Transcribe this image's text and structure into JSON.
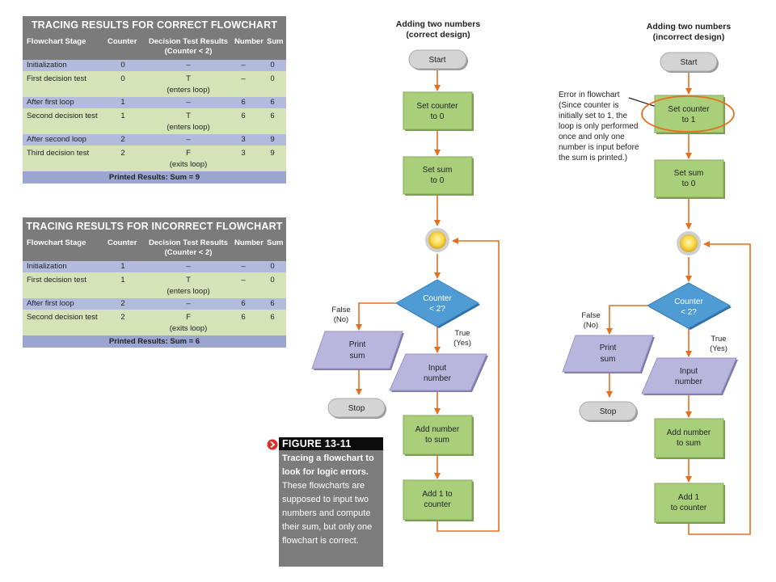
{
  "correct_table": {
    "title": "TRACING RESULTS FOR CORRECT FLOWCHART",
    "headers": [
      "Flowchart Stage",
      "Counter",
      "Decision Test Results",
      "(Counter < 2)",
      "Number",
      "Sum"
    ],
    "rows": [
      {
        "stage": "Initialization",
        "counter": "0",
        "decision": "–",
        "note": "",
        "number": "–",
        "sum": "0"
      },
      {
        "stage": "First decision test",
        "counter": "0",
        "decision": "T",
        "note": "(enters loop)",
        "number": "–",
        "sum": "0"
      },
      {
        "stage": "After first loop",
        "counter": "1",
        "decision": "–",
        "note": "",
        "number": "6",
        "sum": "6"
      },
      {
        "stage": "Second decision test",
        "counter": "1",
        "decision": "T",
        "note": "(enters loop)",
        "number": "6",
        "sum": "6"
      },
      {
        "stage": "After second loop",
        "counter": "2",
        "decision": "–",
        "note": "",
        "number": "3",
        "sum": "9"
      },
      {
        "stage": "Third decision test",
        "counter": "2",
        "decision": "F",
        "note": "(exits loop)",
        "number": "3",
        "sum": "9"
      }
    ],
    "footer": "Printed Results: Sum = 9"
  },
  "incorrect_table": {
    "title": "TRACING RESULTS FOR INCORRECT FLOWCHART",
    "headers": [
      "Flowchart Stage",
      "Counter",
      "Decision Test Results",
      "(Counter < 2)",
      "Number",
      "Sum"
    ],
    "rows": [
      {
        "stage": "Initialization",
        "counter": "1",
        "decision": "–",
        "note": "",
        "number": "–",
        "sum": "0"
      },
      {
        "stage": "First decision test",
        "counter": "1",
        "decision": "T",
        "note": "(enters loop)",
        "number": "–",
        "sum": "0"
      },
      {
        "stage": "After first loop",
        "counter": "2",
        "decision": "–",
        "note": "",
        "number": "6",
        "sum": "6"
      },
      {
        "stage": "Second decision test",
        "counter": "2",
        "decision": "F",
        "note": "(exits loop)",
        "number": "6",
        "sum": "6"
      }
    ],
    "footer": "Printed Results: Sum = 6"
  },
  "flowchart_correct": {
    "title_1": "Adding two numbers",
    "title_2": "(correct design)",
    "start": "Start",
    "init_1": [
      "Set counter",
      "to 0"
    ],
    "init_2": [
      "Set sum",
      "to 0"
    ],
    "decision": [
      "Counter",
      "< 2?"
    ],
    "false_label": [
      "False",
      "(No)"
    ],
    "true_label": [
      "True",
      "(Yes)"
    ],
    "print": [
      "Print",
      "sum"
    ],
    "stop": "Stop",
    "input": [
      "Input",
      "number"
    ],
    "add": [
      "Add number",
      "to sum"
    ],
    "increment": [
      "Add 1 to",
      "counter"
    ]
  },
  "flowchart_incorrect": {
    "title_1": "Adding two numbers",
    "title_2": "(incorrect design)",
    "start": "Start",
    "init_1": [
      "Set counter",
      "to 1"
    ],
    "init_2": [
      "Set sum",
      "to 0"
    ],
    "decision": [
      "Counter",
      "< 2?"
    ],
    "false_label": [
      "False",
      "(No)"
    ],
    "true_label": [
      "True",
      "(Yes)"
    ],
    "print": [
      "Print",
      "sum"
    ],
    "stop": "Stop",
    "input": [
      "Input",
      "number"
    ],
    "add": [
      "Add number",
      "to sum"
    ],
    "increment": [
      "Add 1",
      "to counter"
    ]
  },
  "error_note": [
    "Error in flowchart",
    "(Since counter is",
    "initially set to 1, the",
    "loop is only performed",
    "once and only one",
    "number is input before",
    "the sum is printed.)"
  ],
  "figure": {
    "label": "FIGURE 13-11",
    "bold": "Tracing a flowchart to look for logic errors.",
    "body": " These flowcharts are supposed to input two numbers and compute their sum, but only one flowchart is correct."
  },
  "colors": {
    "arrow": "#e56f1e",
    "process_fill": "#a9cf7a",
    "io_fill": "#b9b6de",
    "decision_fill": "#4f9bd4",
    "terminal_fill": "#cfcfcf",
    "junction_fill": "#f7d54a",
    "table_header": "#7b7b7b",
    "row_blue": "#b3bbdd",
    "row_green": "#d6e2b8"
  }
}
